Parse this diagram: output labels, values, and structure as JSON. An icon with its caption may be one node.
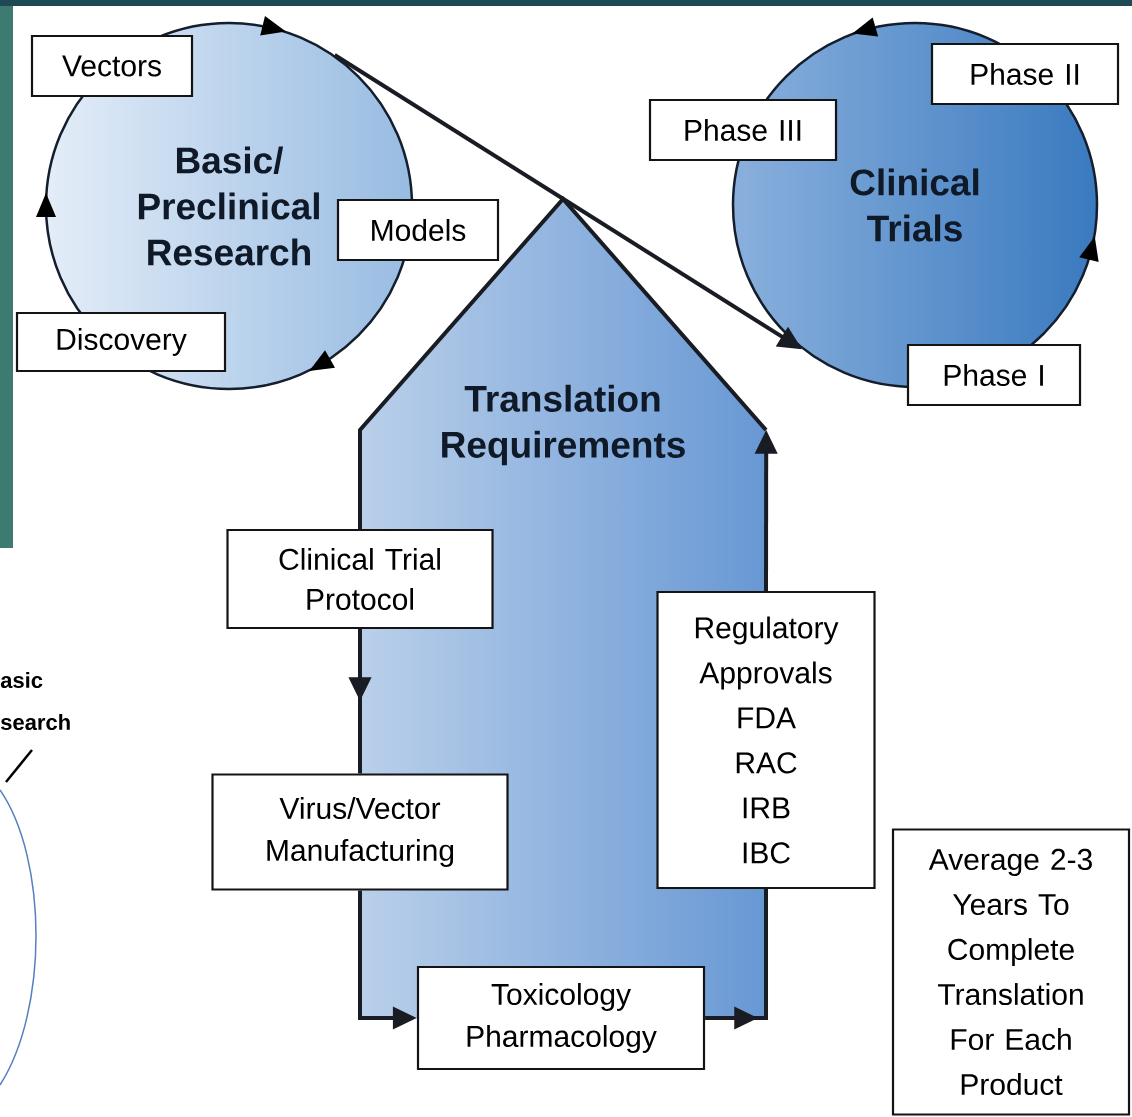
{
  "diagram": {
    "nodes": [
      {
        "text": [
          "Basic/ Preclinical Research"
        ]
      },
      {
        "text": [
          "Vectors"
        ]
      },
      {
        "text": [
          "Models"
        ]
      },
      {
        "text": [
          "Discovery"
        ]
      },
      {
        "text": [
          "Clinical Trials"
        ]
      },
      {
        "text": [
          "Phase III"
        ]
      },
      {
        "text": [
          "Phase II"
        ]
      },
      {
        "text": [
          "Phase I"
        ]
      },
      {
        "text": [
          "Translation Requirements"
        ]
      },
      {
        "text": [
          "Clinical Trial Protocol"
        ]
      },
      {
        "text": [
          "Virus/Vector Manufacturing"
        ]
      },
      {
        "text": [
          "Toxicology Pharmacology"
        ]
      },
      {
        "text": [
          "Regulatory Approvals",
          "FDA",
          "RAC",
          "IRB",
          "IBC"
        ]
      },
      {
        "text": [
          "Average 2-3 Years To Complete Translation For Each Product"
        ]
      }
    ],
    "edges": [
      {
        "from": 9,
        "to": 10,
        "arrow": "to"
      },
      {
        "from": 10,
        "to": 11,
        "arrow": "to"
      },
      {
        "from": 11,
        "to": 12,
        "arrow": "to"
      },
      {
        "from": 12,
        "to": 8,
        "arrow": "to"
      },
      {
        "from": 0,
        "to": 8,
        "arrow": "none"
      },
      {
        "from": 8,
        "to": 4,
        "arrow": "to"
      }
    ],
    "labels": [
      "asic",
      "search"
    ]
  }
}
